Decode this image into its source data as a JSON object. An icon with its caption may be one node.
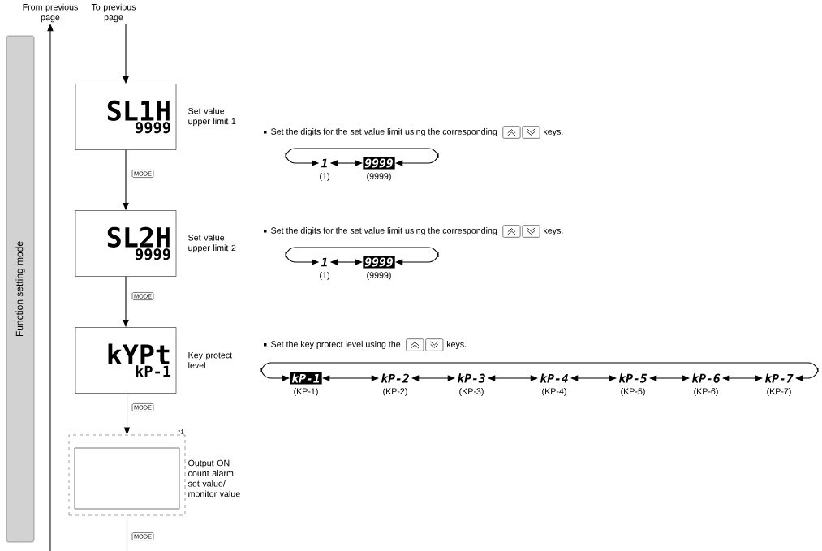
{
  "diagram": {
    "nodes": [
      {
        "text": [
          "From previous page"
        ]
      },
      {
        "text": [
          "To previous page"
        ]
      },
      {
        "text": [
          "Function setting mode"
        ]
      },
      {
        "text": [
          "SL1H",
          "9999"
        ],
        "beside": [
          "Set value upper limit 1"
        ]
      },
      {
        "text": [
          "SL2H",
          "9999"
        ],
        "beside": [
          "Set value upper limit 2"
        ]
      },
      {
        "text": [
          "kYPt",
          "kP-1"
        ],
        "beside": [
          "Key protect level"
        ]
      },
      {
        "text": [],
        "shape": "box",
        "beside": [
          "Output ON count alarm set value/ monitor value",
          "*1"
        ]
      },
      {
        "text": [],
        "shape": "box",
        "in": 6
      },
      {
        "text": [
          "1"
        ],
        "beside": [
          "(1)"
        ]
      },
      {
        "text": [
          "9999"
        ],
        "beside": [
          "(9999)"
        ]
      },
      {
        "text": [
          "1"
        ],
        "beside": [
          "(1)"
        ]
      },
      {
        "text": [
          "9999"
        ],
        "beside": [
          "(9999)"
        ]
      },
      {
        "text": [
          "kP-1"
        ],
        "beside": [
          "(KP-1)"
        ]
      },
      {
        "text": [
          "kP-2"
        ],
        "beside": [
          "(KP-2)"
        ]
      },
      {
        "text": [
          "kP-3"
        ],
        "beside": [
          "(KP-3)"
        ]
      },
      {
        "text": [
          "kP-4"
        ],
        "beside": [
          "(KP-4)"
        ]
      },
      {
        "text": [
          "kP-5"
        ],
        "beside": [
          "(KP-5)"
        ]
      },
      {
        "text": [
          "kP-6"
        ],
        "beside": [
          "(KP-6)"
        ]
      },
      {
        "text": [
          "kP-7"
        ],
        "beside": [
          "(KP-7)"
        ]
      }
    ],
    "edges": [
      {
        "from": null,
        "to": 0,
        "arrow": "to"
      },
      {
        "from": 1,
        "to": 3,
        "arrow": "to"
      },
      {
        "from": 3,
        "to": 4,
        "arrow": "to",
        "label": "MODE"
      },
      {
        "from": 4,
        "to": 5,
        "arrow": "to",
        "label": "MODE"
      },
      {
        "from": 5,
        "to": 6,
        "arrow": "to",
        "label": "MODE"
      },
      {
        "from": 6,
        "to": null,
        "arrow": "none",
        "label": "MODE"
      },
      {
        "from": 8,
        "to": 9,
        "arrow": "both"
      },
      {
        "from": 9,
        "to": 8,
        "arrow": "both"
      },
      {
        "from": 10,
        "to": 11,
        "arrow": "both"
      },
      {
        "from": 11,
        "to": 10,
        "arrow": "both"
      },
      {
        "from": 12,
        "to": 13,
        "arrow": "both"
      },
      {
        "from": 13,
        "to": 14,
        "arrow": "both"
      },
      {
        "from": 14,
        "to": 15,
        "arrow": "both"
      },
      {
        "from": 15,
        "to": 16,
        "arrow": "both"
      },
      {
        "from": 16,
        "to": 17,
        "arrow": "both"
      },
      {
        "from": 17,
        "to": 18,
        "arrow": "both"
      },
      {
        "from": 18,
        "to": 12,
        "arrow": "both"
      }
    ],
    "labels": [
      "Set the digits for the set value limit using the corresponding",
      "keys.",
      "Set the digits for the set value limit using the corresponding",
      "keys.",
      "Set the key protect level using the",
      "keys."
    ]
  }
}
